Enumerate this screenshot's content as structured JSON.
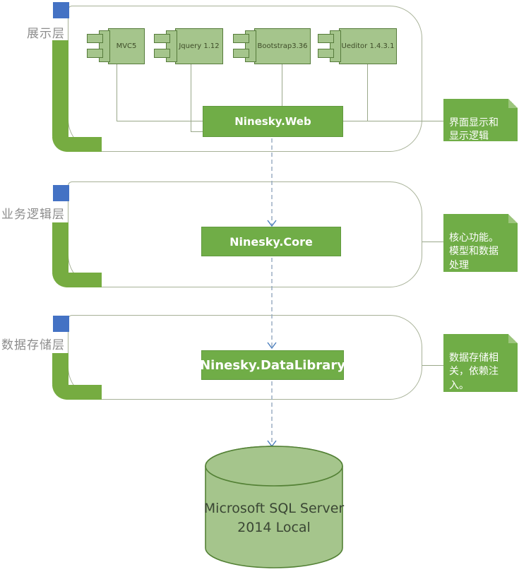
{
  "colors": {
    "accent_green": "#70ad47",
    "light_green": "#a5c58c",
    "bracket_green": "#76ac41",
    "corner_blue": "#4472c4",
    "outline_grey_green": "#a7b197",
    "component_border": "#567b3b",
    "arrow_blue": "#4a7dbd"
  },
  "layers": [
    {
      "label": "展示层",
      "components": [
        {
          "label": "MVC5"
        },
        {
          "label": "Jquery 1.12"
        },
        {
          "label": "Bootstrap3.36"
        },
        {
          "label": "Ueditor 1.4.3.1"
        }
      ],
      "module": {
        "label": "Ninesky.Web"
      },
      "note": "界面显示和\n显示逻辑"
    },
    {
      "label": "业务逻辑层",
      "module": {
        "label": "Ninesky.Core"
      },
      "note": "核心功能。\n模型和数据\n处理"
    },
    {
      "label": "数据存储层",
      "module": {
        "label": "Ninesky.DataLibrary"
      },
      "note": "数据存储相\n关，依赖注\n入。"
    }
  ],
  "database": {
    "label_line1": "Microsoft SQL Server",
    "label_line2": "2014 Local"
  }
}
